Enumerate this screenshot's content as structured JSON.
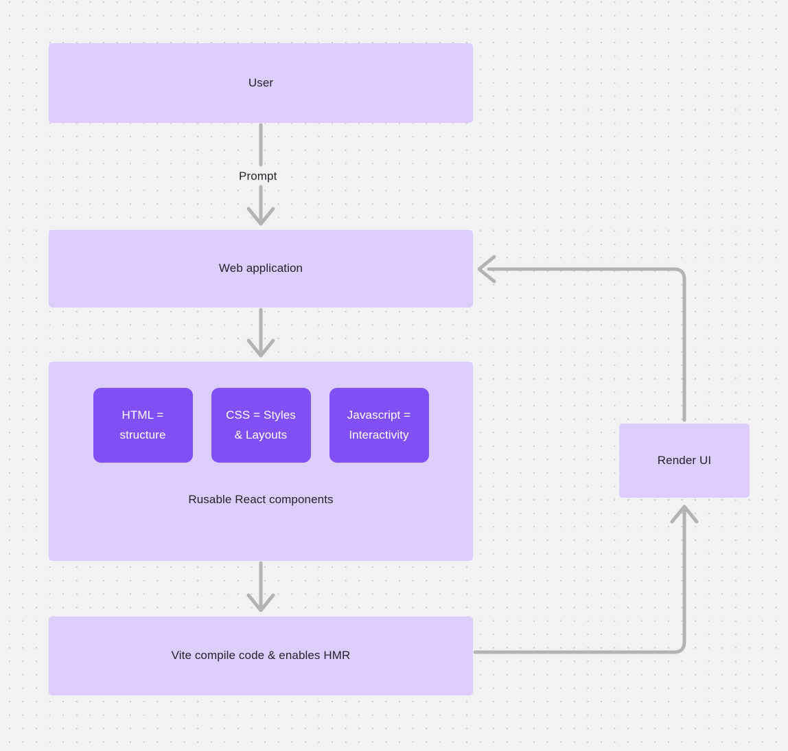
{
  "diagram": {
    "type": "flowchart",
    "title": "Web application rendering flow",
    "canvas": {
      "background_color": "#f2f2f2",
      "dot_color": "#c9c9c9",
      "grid": "dotted"
    },
    "colors": {
      "node_fill": "#dccdfb",
      "chip_fill": "#8050f2",
      "chip_text": "#ffffff",
      "node_text": "#26232c",
      "connector": "#b3b3b3"
    },
    "nodes": [
      {
        "id": "user",
        "label": "User"
      },
      {
        "id": "webapp",
        "label": "Web application"
      },
      {
        "id": "react",
        "label": "Rusable React components"
      },
      {
        "id": "vite",
        "label": "Vite compile code & enables HMR"
      },
      {
        "id": "render",
        "label": "Render UI"
      }
    ],
    "chips": [
      {
        "id": "html",
        "label": "HTML =\nstructure"
      },
      {
        "id": "css",
        "label": "CSS = Styles\n& Layouts"
      },
      {
        "id": "js",
        "label": "Javascript =\nInteractivity"
      }
    ],
    "edges": [
      {
        "from": "user",
        "to": "webapp",
        "label": "Prompt"
      },
      {
        "from": "webapp",
        "to": "react",
        "label": ""
      },
      {
        "from": "react",
        "to": "vite",
        "label": ""
      },
      {
        "from": "vite",
        "to": "render",
        "label": ""
      },
      {
        "from": "render",
        "to": "webapp",
        "label": ""
      }
    ]
  }
}
